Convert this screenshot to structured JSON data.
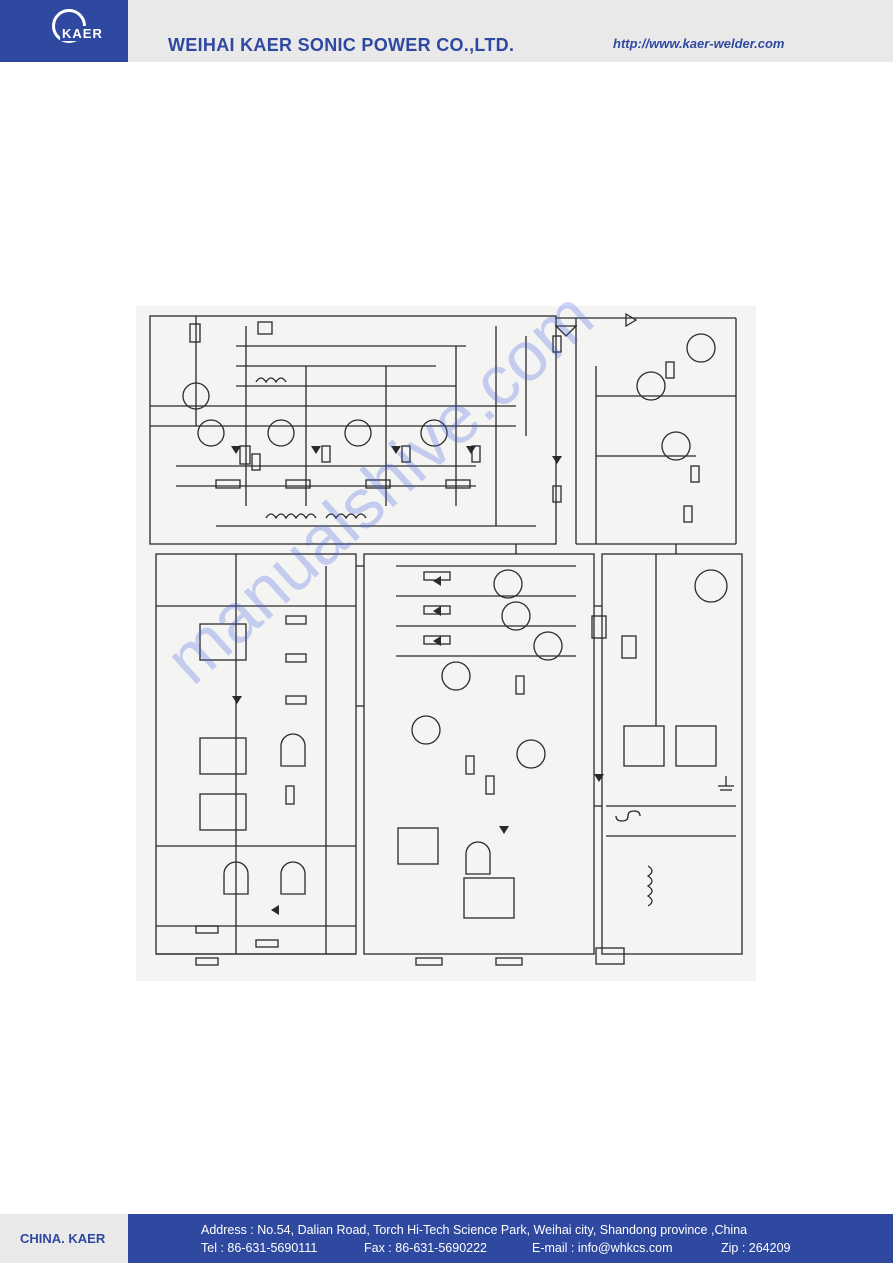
{
  "header": {
    "logo_text": "KAER",
    "company_name": "WEIHAI KAER SONIC POWER CO.,LTD.",
    "website": "http://www.kaer-welder.com"
  },
  "watermark": "manualshive.com",
  "footer": {
    "brand": "CHINA. KAER",
    "address": "Address : No.54, Dalian Road, Torch Hi-Tech Science Park, Weihai city, Shandong province ,China",
    "tel": "Tel : 86-631-5690111",
    "fax": "Fax : 86-631-5690222",
    "email": "E-mail : info@whkcs.com",
    "zip": "Zip : 264209"
  },
  "colors": {
    "brand_blue": "#2f49a0",
    "header_gray": "#e9e9ea",
    "watermark_blue": "#4664e6"
  }
}
